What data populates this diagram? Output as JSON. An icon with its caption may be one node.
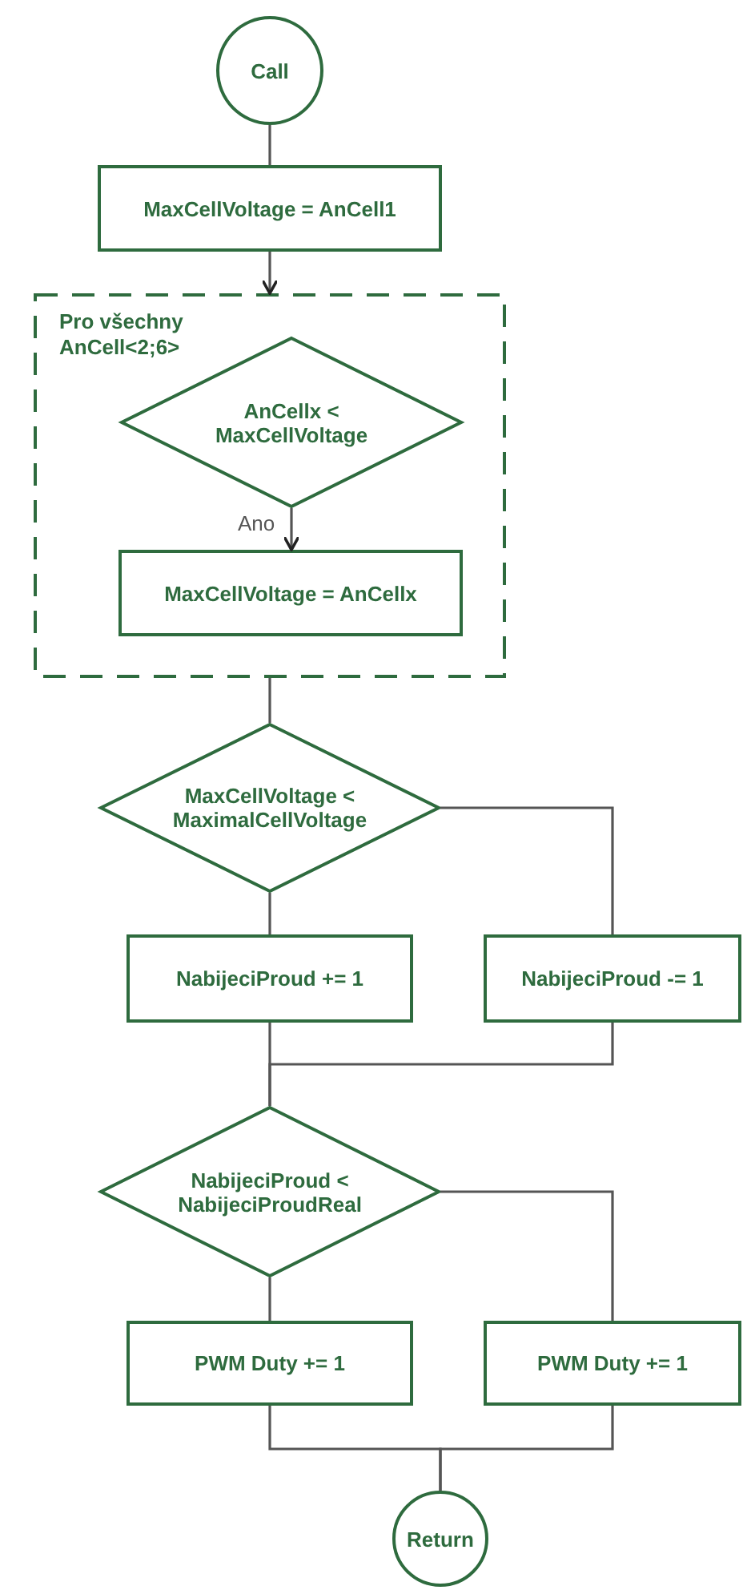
{
  "diagram": {
    "nodes": [
      {
        "text": [
          "Call"
        ]
      },
      {
        "text": [
          "MaxCellVoltage = AnCell1"
        ]
      },
      {
        "text": [
          "Pro všechny AnCell<2;6>"
        ]
      },
      {
        "text": [
          "AnCellx < MaxCellVoltage"
        ],
        "in": 2
      },
      {
        "text": [
          "MaxCellVoltage = AnCellx"
        ],
        "in": 2
      },
      {
        "text": [
          "MaxCellVoltage < MaximalCellVoltage"
        ]
      },
      {
        "text": [
          "NabijeciProud += 1"
        ]
      },
      {
        "text": [
          "NabijeciProud -= 1"
        ]
      },
      {
        "text": [
          "NabijeciProud < NabijeciProudReal"
        ]
      },
      {
        "text": [
          "PWM Duty += 1"
        ]
      },
      {
        "text": [
          "PWM Duty += 1"
        ]
      },
      {
        "text": [
          "Return"
        ]
      }
    ],
    "edges": [
      {
        "from": 0,
        "to": 1,
        "arrow": "none"
      },
      {
        "from": 1,
        "to": 2,
        "arrow": "to"
      },
      {
        "from": 3,
        "to": 4,
        "arrow": "to",
        "label": "Ano"
      },
      {
        "from": 2,
        "to": 5,
        "arrow": "none"
      },
      {
        "from": 5,
        "to": 6,
        "arrow": "none"
      },
      {
        "from": 5,
        "to": 7,
        "arrow": "none"
      },
      {
        "from": 6,
        "to": 8,
        "arrow": "none"
      },
      {
        "from": 7,
        "to": 8,
        "arrow": "none"
      },
      {
        "from": 8,
        "to": 9,
        "arrow": "none"
      },
      {
        "from": 8,
        "to": 10,
        "arrow": "none"
      },
      {
        "from": 9,
        "to": 11,
        "arrow": "none"
      },
      {
        "from": 10,
        "to": 11,
        "arrow": "none"
      }
    ]
  }
}
